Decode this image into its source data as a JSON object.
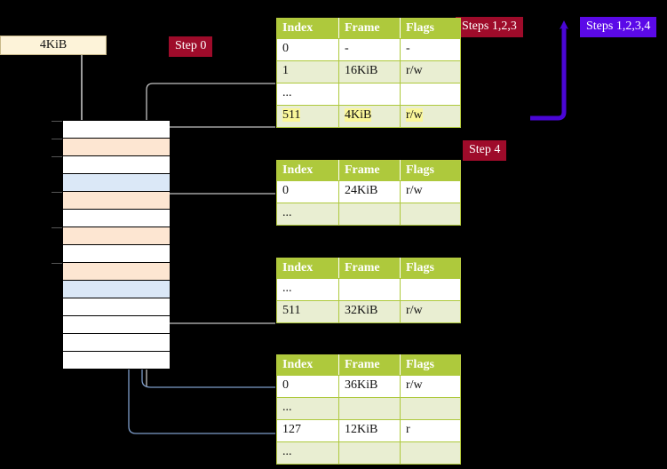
{
  "labels": {
    "steps_123": "Steps 1,2,3",
    "steps_1234": "Steps 1,2,3,4",
    "step_4": "Step 4",
    "step_0": "Step 0",
    "page_size": "4KiB"
  },
  "colors": {
    "badge_crimson": "#9e0b2a",
    "badge_violet": "#5b09e8",
    "table_header": "#aec93c",
    "table_alt_row": "#e9eed2",
    "highlight": "#faf79a",
    "memory_peach": "#fde6d2",
    "memory_blue": "#dbe8f7",
    "kib_box": "#fdf3d9",
    "wire_gray": "#b9b9b9",
    "wire_blue": "#6a8fc4",
    "arrow_blue": "#2f5fa8",
    "background": "#000000"
  },
  "tables": [
    {
      "name": "pml4-table",
      "columns": [
        "Index",
        "Frame",
        "Flags"
      ],
      "rows": [
        {
          "index": "0",
          "frame": "-",
          "flags": "-",
          "style": "white",
          "highlight": false
        },
        {
          "index": "1",
          "frame": "16KiB",
          "flags": "r/w",
          "style": "alt",
          "highlight": false
        },
        {
          "index": "...",
          "frame": "",
          "flags": "",
          "style": "white",
          "highlight": false
        },
        {
          "index": "511",
          "frame": "4KiB",
          "flags": "r/w",
          "style": "alt",
          "highlight": true
        }
      ]
    },
    {
      "name": "pdpt-table",
      "columns": [
        "Index",
        "Frame",
        "Flags"
      ],
      "rows": [
        {
          "index": "0",
          "frame": "24KiB",
          "flags": "r/w",
          "style": "white",
          "highlight": false
        },
        {
          "index": "...",
          "frame": "",
          "flags": "",
          "style": "alt",
          "highlight": false
        }
      ]
    },
    {
      "name": "pd-table",
      "columns": [
        "Index",
        "Frame",
        "Flags"
      ],
      "rows": [
        {
          "index": "...",
          "frame": "",
          "flags": "",
          "style": "white",
          "highlight": false
        },
        {
          "index": "511",
          "frame": "32KiB",
          "flags": "r/w",
          "style": "alt",
          "highlight": false
        }
      ]
    },
    {
      "name": "pt-table",
      "columns": [
        "Index",
        "Frame",
        "Flags"
      ],
      "rows": [
        {
          "index": "0",
          "frame": "36KiB",
          "flags": "r/w",
          "style": "white",
          "highlight": false
        },
        {
          "index": "...",
          "frame": "",
          "flags": "",
          "style": "alt",
          "highlight": false
        },
        {
          "index": "127",
          "frame": "12KiB",
          "flags": "r",
          "style": "white",
          "highlight": false
        },
        {
          "index": "...",
          "frame": "",
          "flags": "",
          "style": "alt",
          "highlight": false
        }
      ]
    }
  ],
  "memory_rows": [
    {
      "fill": "plain",
      "tick": true
    },
    {
      "fill": "peach",
      "tick": true
    },
    {
      "fill": "plain",
      "tick": true
    },
    {
      "fill": "blue",
      "tick": false
    },
    {
      "fill": "peach",
      "tick": true
    },
    {
      "fill": "plain",
      "tick": false
    },
    {
      "fill": "peach",
      "tick": true
    },
    {
      "fill": "plain",
      "tick": false
    },
    {
      "fill": "peach",
      "tick": true
    },
    {
      "fill": "blue",
      "tick": false
    },
    {
      "fill": "plain",
      "tick": false
    },
    {
      "fill": "plain",
      "tick": false
    },
    {
      "fill": "plain",
      "tick": false
    },
    {
      "fill": "plain",
      "tick": false
    }
  ]
}
